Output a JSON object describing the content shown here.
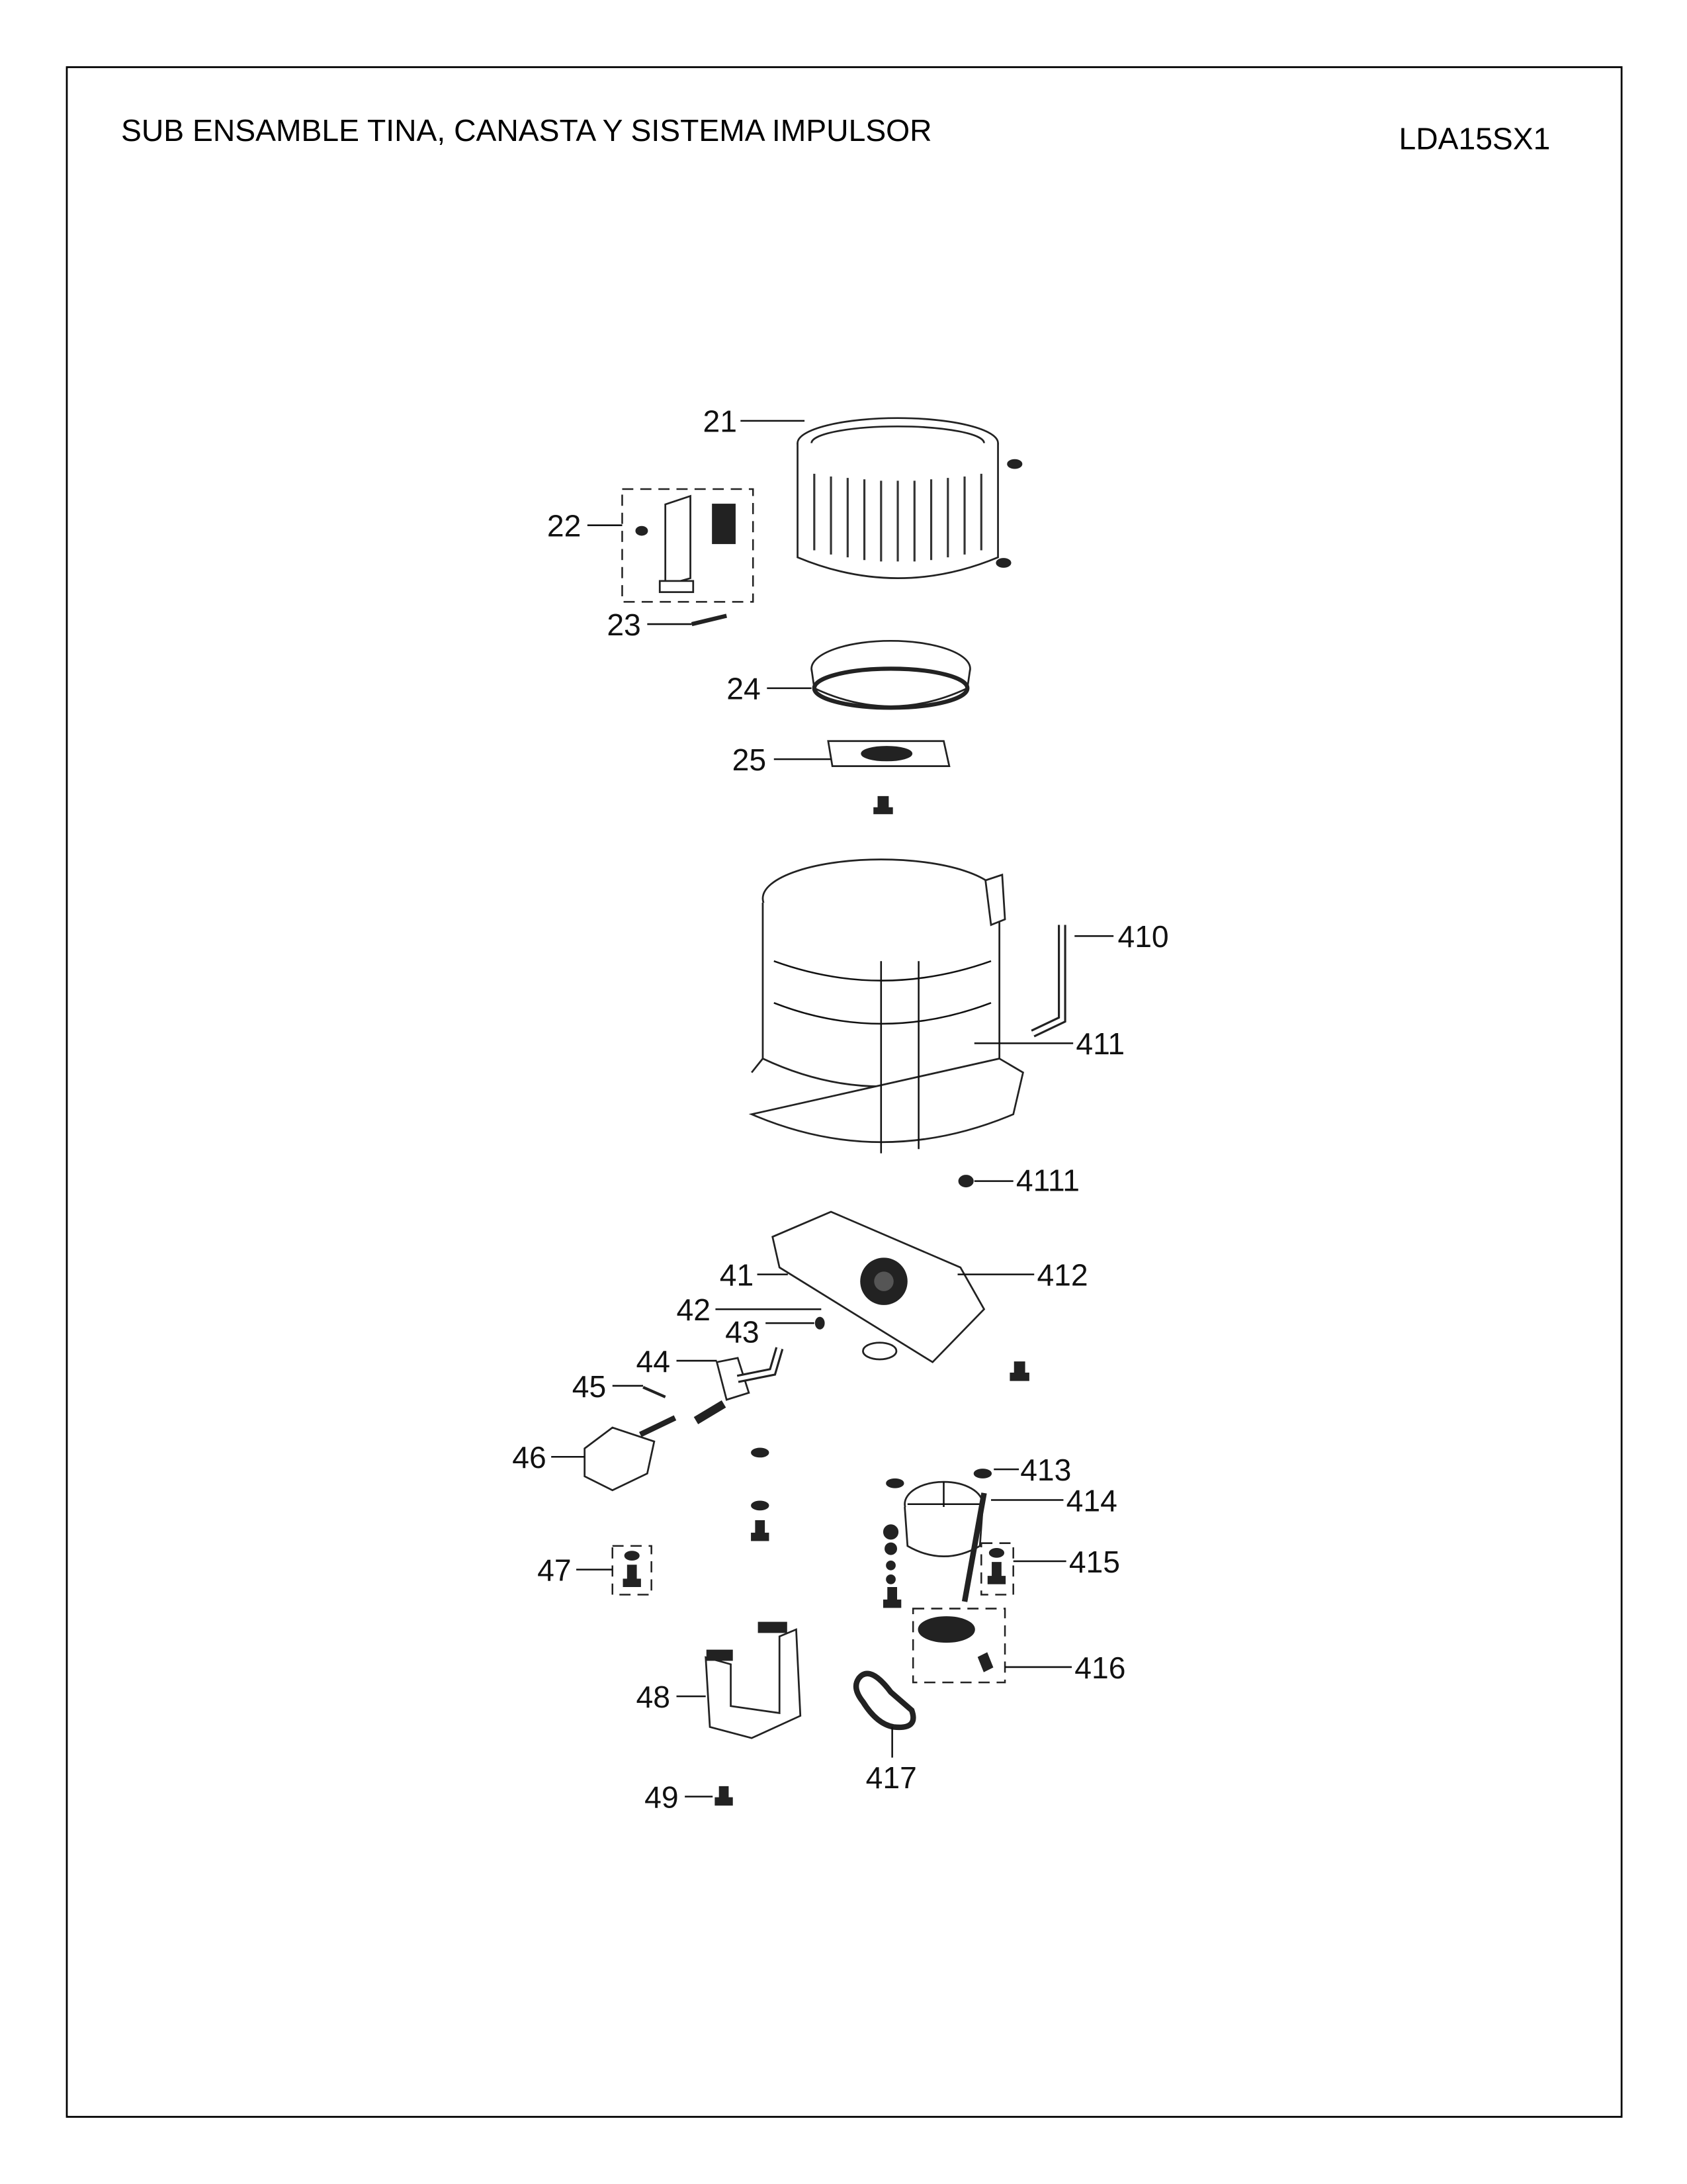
{
  "title": "SUB ENSAMBLE TINA, CANASTA Y SISTEMA IMPULSOR",
  "model": "LDA15SX1",
  "callouts": {
    "c21": "21",
    "c22": "22",
    "c23": "23",
    "c24": "24",
    "c25": "25",
    "c410": "410",
    "c411": "411",
    "c4111": "4111",
    "c41": "41",
    "c412": "412",
    "c42": "42",
    "c43": "43",
    "c44": "44",
    "c45": "45",
    "c46": "46",
    "c47": "47",
    "c48": "48",
    "c49": "49",
    "c413": "413",
    "c414": "414",
    "c415": "415",
    "c416": "416",
    "c417": "417"
  }
}
